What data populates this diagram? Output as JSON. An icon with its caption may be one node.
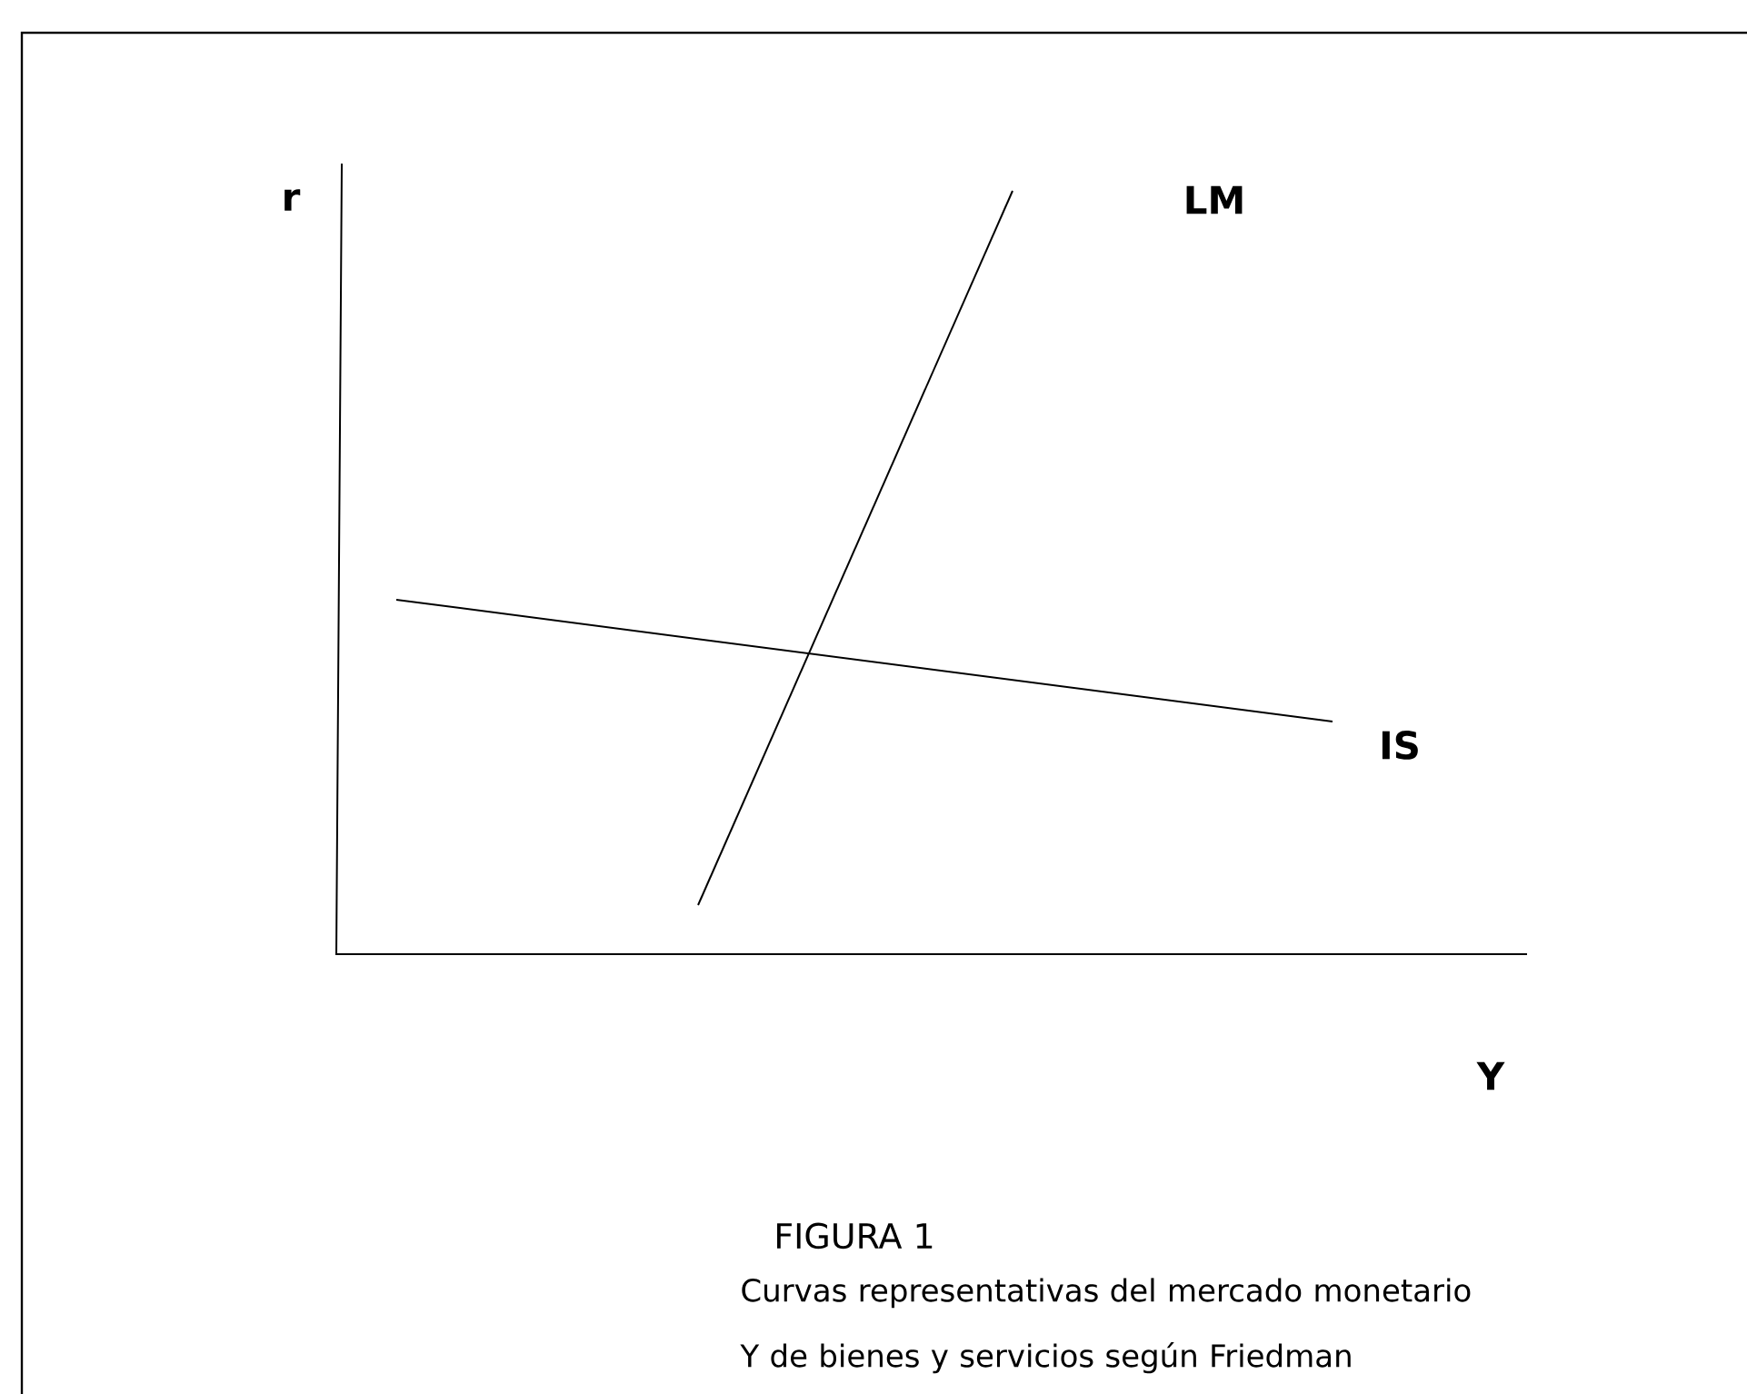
{
  "diagram": {
    "caption": "Curvas representativas del mercado monetario Y de bienes y servicios según Friedman",
    "labels": [
      "r",
      "LM",
      "IS",
      "Y",
      "FIGURA 1"
    ]
  }
}
